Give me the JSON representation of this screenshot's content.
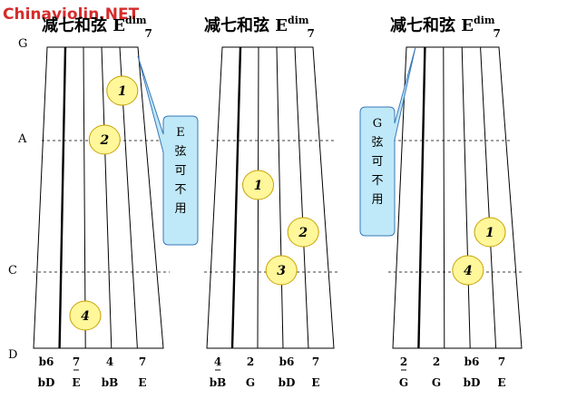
{
  "watermark": "Chinaviolin.NET",
  "colors": {
    "watermark": "#d62c2c",
    "finger_fill": "#fff79a",
    "finger_stroke": "#c9a000",
    "callout_fill": "#bfe8f8",
    "callout_stroke": "#3a78b8"
  },
  "position_labels": [
    "G",
    "A",
    "C",
    "D"
  ],
  "diagrams": [
    {
      "title": {
        "main": "减七和弦",
        "root": "E",
        "sup": "dim",
        "sub": "7"
      },
      "fingers": [
        {
          "label": "1",
          "string": 3,
          "pos": "G-A"
        },
        {
          "label": "2",
          "string": 2,
          "pos": "A"
        },
        {
          "label": "4",
          "string": 1,
          "pos": "D"
        }
      ],
      "notes_top": [
        "b6",
        "7",
        "4",
        "7"
      ],
      "notes_bottom": [
        "bD",
        "E",
        "bB",
        "E"
      ],
      "callout": {
        "side": "right",
        "chars": [
          "E",
          "弦",
          "可",
          "不",
          "用"
        ]
      }
    },
    {
      "title": {
        "main": "减七和弦",
        "root": "E",
        "sup": "dim",
        "sub": "7"
      },
      "fingers": [
        {
          "label": "1",
          "string": 1,
          "pos": "A-C upper"
        },
        {
          "label": "2",
          "string": 3,
          "pos": "A-C lower"
        },
        {
          "label": "3",
          "string": 2,
          "pos": "C"
        }
      ],
      "notes_top": [
        "4",
        "2",
        "b6",
        "7"
      ],
      "notes_bottom": [
        "bB",
        "G",
        "bD",
        "E"
      ],
      "callout": null
    },
    {
      "title": {
        "main": "减七和弦",
        "root": "E",
        "sup": "dim",
        "sub": "7"
      },
      "fingers": [
        {
          "label": "1",
          "string": 3,
          "pos": "A-C lower"
        },
        {
          "label": "4",
          "string": 2,
          "pos": "C"
        }
      ],
      "notes_top": [
        "2",
        "2",
        "b6",
        "7"
      ],
      "notes_bottom": [
        "G",
        "G",
        "bD",
        "E"
      ],
      "callout": {
        "side": "left",
        "chars": [
          "G",
          "弦",
          "可",
          "不",
          "用"
        ]
      }
    }
  ]
}
